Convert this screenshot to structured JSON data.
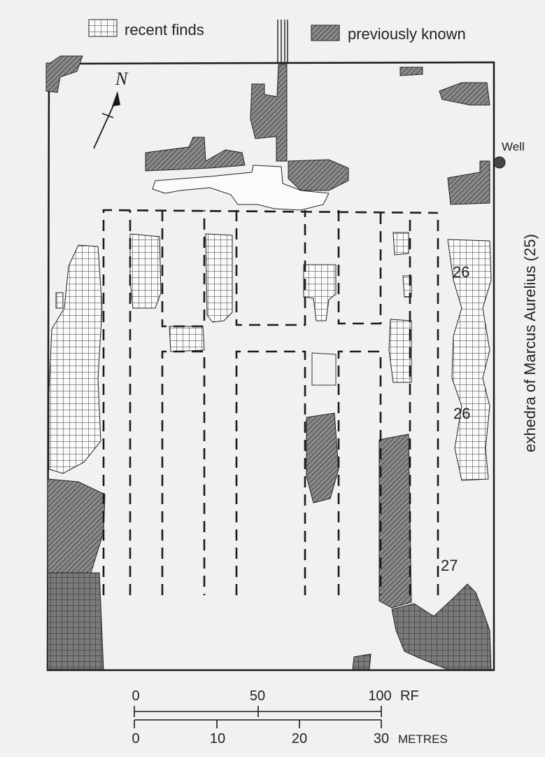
{
  "legend": {
    "recent_finds": "recent finds",
    "previously_known": "previously known"
  },
  "north": "N",
  "well": "Well",
  "exhedra": "exhedra of Marcus Aurelius (25)",
  "area_labels": {
    "a": "26",
    "b": "26",
    "c": "27"
  },
  "scale_rf": {
    "ticks": [
      "0",
      "50",
      "100"
    ],
    "unit": "RF"
  },
  "scale_metres": {
    "ticks": [
      "0",
      "10",
      "20",
      "30"
    ],
    "unit": "METRES"
  },
  "colors": {
    "recent_fill": "#ffffff",
    "known_fill": "#7d7d7d",
    "line": "#1a1a1a",
    "background": "#f1f1ef"
  }
}
